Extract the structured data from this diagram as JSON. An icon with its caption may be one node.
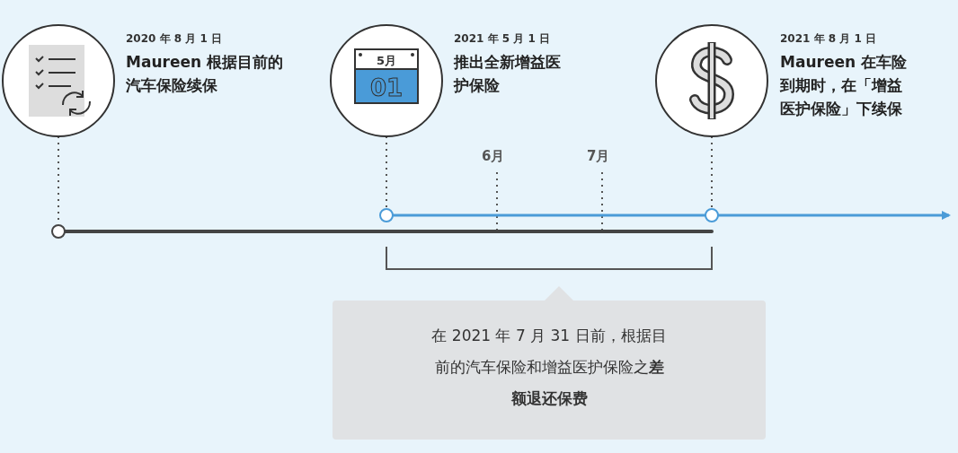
{
  "diagram": {
    "nodes": [
      {
        "text": [
          "2020 年 8 月 1 日",
          "Maureen 根据目前的汽车保险续保"
        ]
      },
      {
        "text": [
          "2021 年 5 月 1 日",
          "推出全新增益医护保险"
        ]
      },
      {
        "text": [
          "2021 年 8 月 1 日",
          "Maureen 在车险到期时，在「增益医护保险」下续保"
        ]
      },
      {
        "text": [
          "在 2021 年 7 月 31 日前，根据目前的汽车保险和增益医护保险之**差额退还保费**"
        ]
      }
    ],
    "labels": [
      "5月",
      "01",
      "6月",
      "7月"
    ]
  }
}
